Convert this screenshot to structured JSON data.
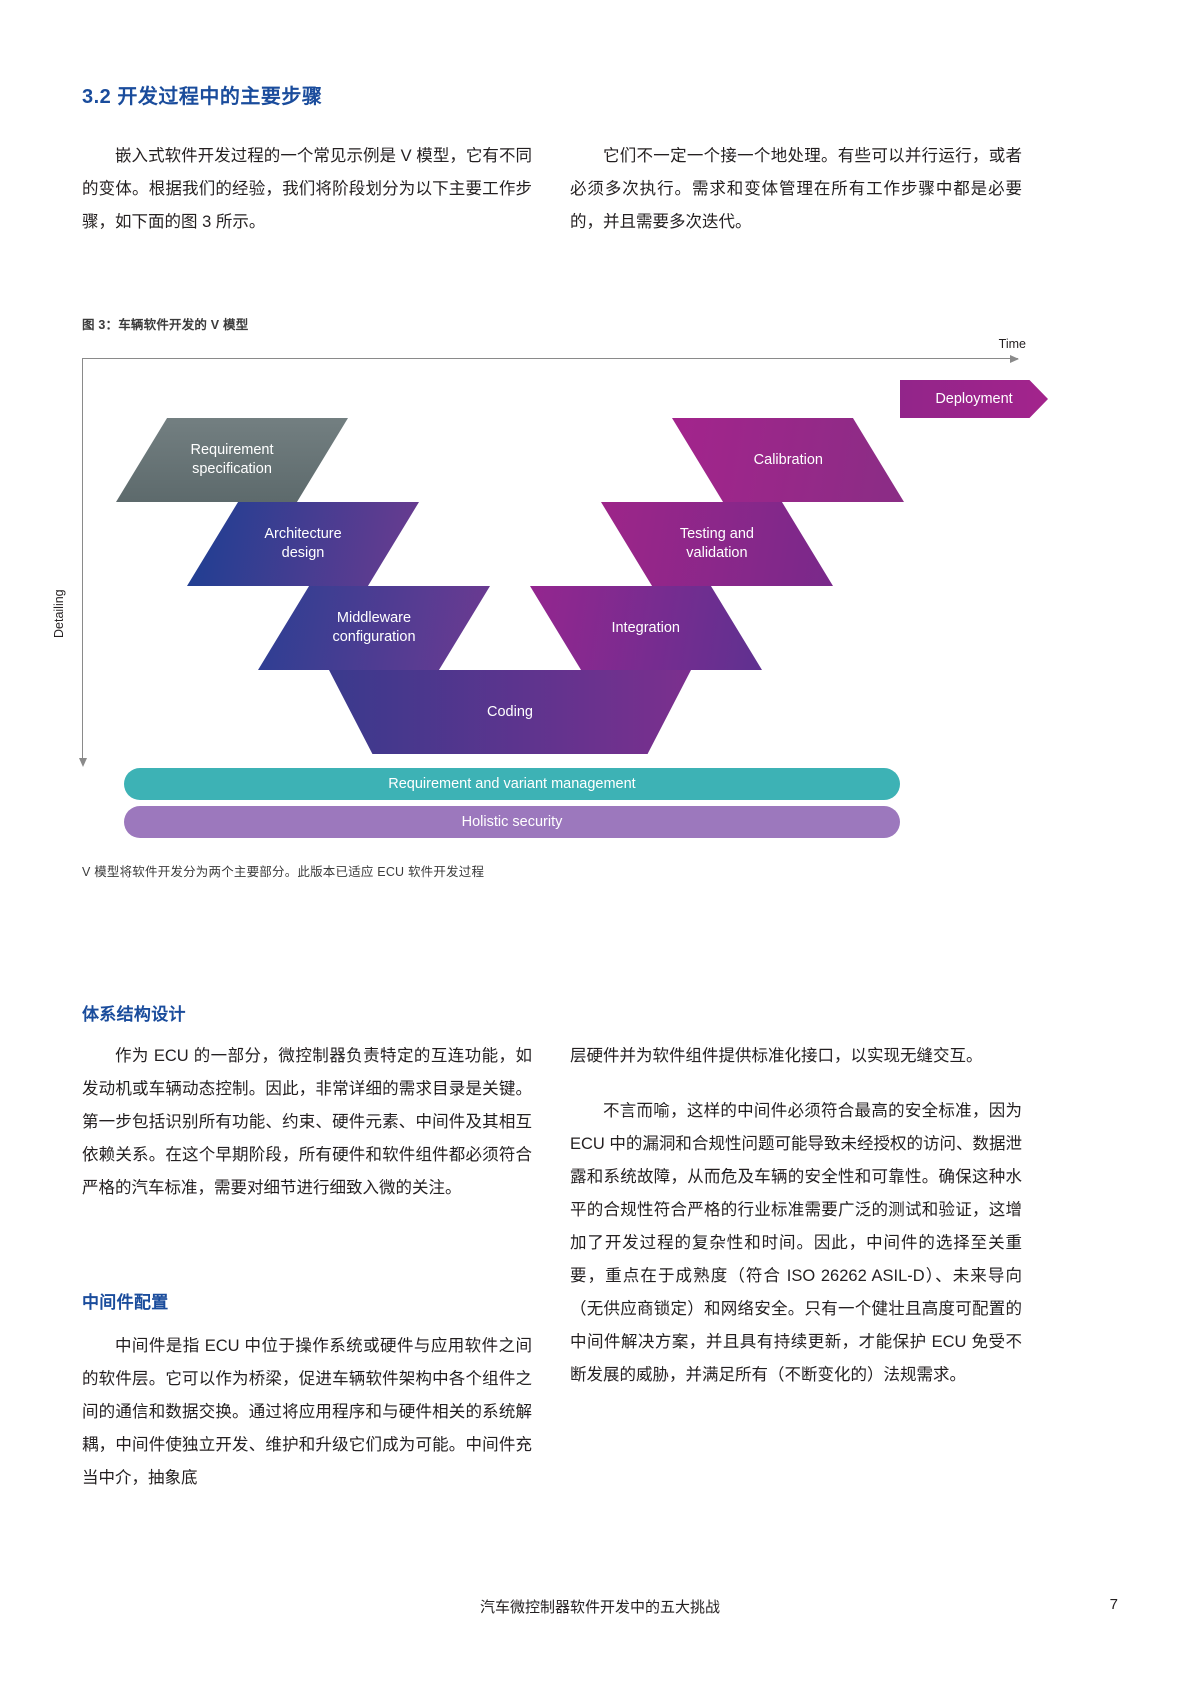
{
  "section": {
    "number_title": "3.2 开发过程中的主要步骤"
  },
  "intro": {
    "left_p1": "嵌入式软件开发过程的一个常见示例是 V 模型，它有不同的变体。根据我们的经验，我们将阶段划分为以下主要工作步骤，如下面的图 3 所示。",
    "right_p1": "它们不一定一个接一个地处理。有些可以并行运行，或者必须多次执行。需求和变体管理在所有工作步骤中都是必要的，并且需要多次迭代。"
  },
  "figure": {
    "caption_top": "图 3：车辆软件开发的 V 模型",
    "caption_bottom": "V 模型将软件开发分为两个主要部分。此版本已适应 ECU 软件开发过程",
    "axis_x_label": "Time",
    "axis_y_label": "Detailing",
    "deployment_label": "Deployment",
    "phases_left": [
      {
        "label": "Requirement\nspecification",
        "color_from": "#6e7a7c",
        "color_to": "#5f6b6d"
      },
      {
        "label": "Architecture\ndesign",
        "color_from": "#1f3f8f",
        "color_to": "#5b3d8e"
      },
      {
        "label": "Middleware\nconfiguration",
        "color_from": "#2f3f92",
        "color_to": "#6b3b91"
      }
    ],
    "phases_right": [
      {
        "label": "Calibration",
        "color_from": "#8e2e84",
        "color_to": "#a3248c"
      },
      {
        "label": "Testing and\nvalidation",
        "color_from": "#7a2a86",
        "color_to": "#9c2589"
      },
      {
        "label": "Integration",
        "color_from": "#63308f",
        "color_to": "#91278f"
      }
    ],
    "phase_bottom": {
      "label": "Coding",
      "color_from": "#3c3a8c",
      "color_to": "#7a2f8e"
    },
    "bars": [
      {
        "label": "Requirement and variant management",
        "color": "#3db2b5"
      },
      {
        "label": "Holistic security",
        "color": "#9c78bd"
      }
    ]
  },
  "architecture": {
    "title": "体系结构设计",
    "left_p1": "作为 ECU 的一部分，微控制器负责特定的互连功能，如发动机或车辆动态控制。因此，非常详细的需求目录是关键。第一步包括识别所有功能、约束、硬件元素、中间件及其相互依赖关系。在这个早期阶段，所有硬件和软件组件都必须符合严格的汽车标准，需要对细节进行细致入微的关注。",
    "right_p1": "层硬件并为软件组件提供标准化接口，以实现无缝交互。",
    "right_p2": "不言而喻，这样的中间件必须符合最高的安全标准，因为 ECU 中的漏洞和合规性问题可能导致未经授权的访问、数据泄露和系统故障，从而危及车辆的安全性和可靠性。确保这种水平的合规性符合严格的行业标准需要广泛的测试和验证，这增加了开发过程的复杂性和时间。因此，中间件的选择至关重要，重点在于成熟度（符合 ISO 26262 ASIL-D）、未来导向（无供应商锁定）和网络安全。只有一个健壮且高度可配置的中间件解决方案，并且具有持续更新，才能保护 ECU 免受不断发展的威胁，并满足所有（不断变化的）法规需求。"
  },
  "middleware": {
    "title": "中间件配置",
    "left_p1": "中间件是指 ECU 中位于操作系统或硬件与应用软件之间的软件层。它可以作为桥梁，促进车辆软件架构中各个组件之间的通信和数据交换。通过将应用程序和与硬件相关的系统解耦，中间件使独立开发、维护和升级它们成为可能。中间件充当中介，抽象底"
  },
  "footer": {
    "title": "汽车微控制器软件开发中的五大挑战",
    "page_number": "7"
  },
  "colors": {
    "heading_blue": "#1a4c9c",
    "teal_bar": "#3db2b5",
    "purple_bar": "#9c78bd",
    "magenta": "#a3248c"
  }
}
